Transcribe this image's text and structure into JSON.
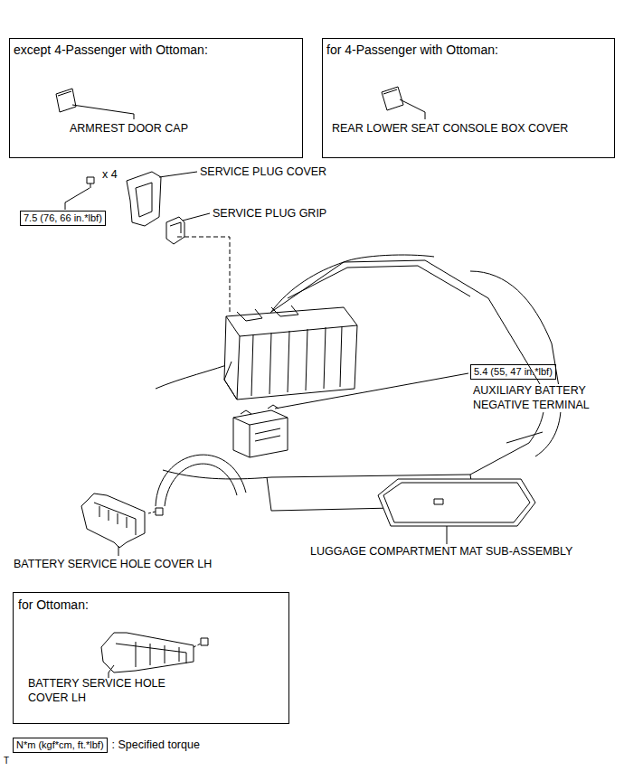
{
  "diagram": {
    "nodes": [
      {
        "text": [
          "except 4-Passenger with Ottoman:",
          "ARMREST DOOR CAP"
        ]
      },
      {
        "text": [
          "for 4-Passenger with Ottoman:",
          "REAR LOWER SEAT CONSOLE BOX COVER"
        ]
      },
      {
        "text": [
          "7.5 (76, 66 in.*lbf)"
        ]
      },
      {
        "text": [
          "5.4 (55, 47 in.*lbf)"
        ]
      },
      {
        "text": [
          "for Ottoman:",
          "BATTERY SERVICE HOLE COVER LH"
        ]
      },
      {
        "text": [
          "N*m (kgf*cm, ft.*lbf)"
        ]
      }
    ],
    "labels": [
      "x 4",
      "SERVICE PLUG COVER",
      "SERVICE PLUG GRIP",
      "AUXILIARY BATTERY NEGATIVE TERMINAL",
      "BATTERY SERVICE HOLE COVER LH",
      "LUGGAGE COMPARTMENT MAT SUB-ASSEMBLY",
      "T"
    ],
    "legend": [
      {
        "text": ": Specified torque"
      }
    ]
  }
}
